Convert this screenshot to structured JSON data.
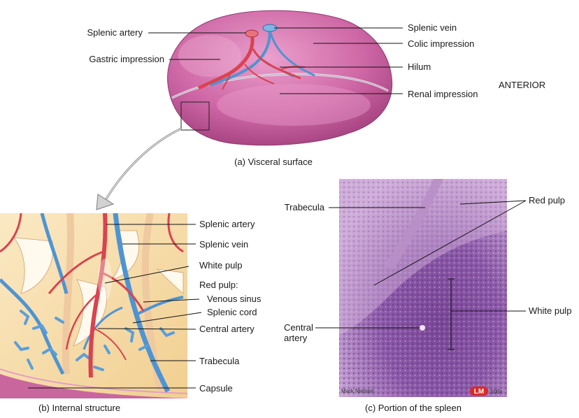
{
  "colors": {
    "spleen": "#c95a9b",
    "spleen_light": "#e38cc0",
    "artery": "#d9434f",
    "vein": "#4f94d2",
    "tissue_bg": "#f6dca8",
    "histology": "#8e5aa8"
  },
  "panel_a": {
    "labels": {
      "splenic_artery": "Splenic artery",
      "gastric_impression": "Gastric impression",
      "splenic_vein": "Splenic vein",
      "colic_impression": "Colic impression",
      "hilum": "Hilum",
      "renal_impression": "Renal impression",
      "anterior": "ANTERIOR"
    },
    "caption": "(a) Visceral surface"
  },
  "panel_b": {
    "labels": {
      "splenic_artery": "Splenic artery",
      "splenic_vein": "Splenic vein",
      "white_pulp": "White pulp",
      "red_pulp": "Red pulp:",
      "venous_sinus": "Venous sinus",
      "splenic_cord": "Splenic cord",
      "central_artery": "Central artery",
      "trabecula": "Trabecula",
      "capsule": "Capsule"
    },
    "caption": "(b) Internal structure"
  },
  "panel_c": {
    "labels": {
      "trabecula": "Trabecula",
      "red_pulp": "Red pulp",
      "white_pulp": "White pulp",
      "central_artery_line1": "Central",
      "central_artery_line2": "artery"
    },
    "credit": "Mark Nielsen",
    "badge": "LM",
    "magnification": "100x",
    "caption": "(c) Portion of the spleen"
  }
}
